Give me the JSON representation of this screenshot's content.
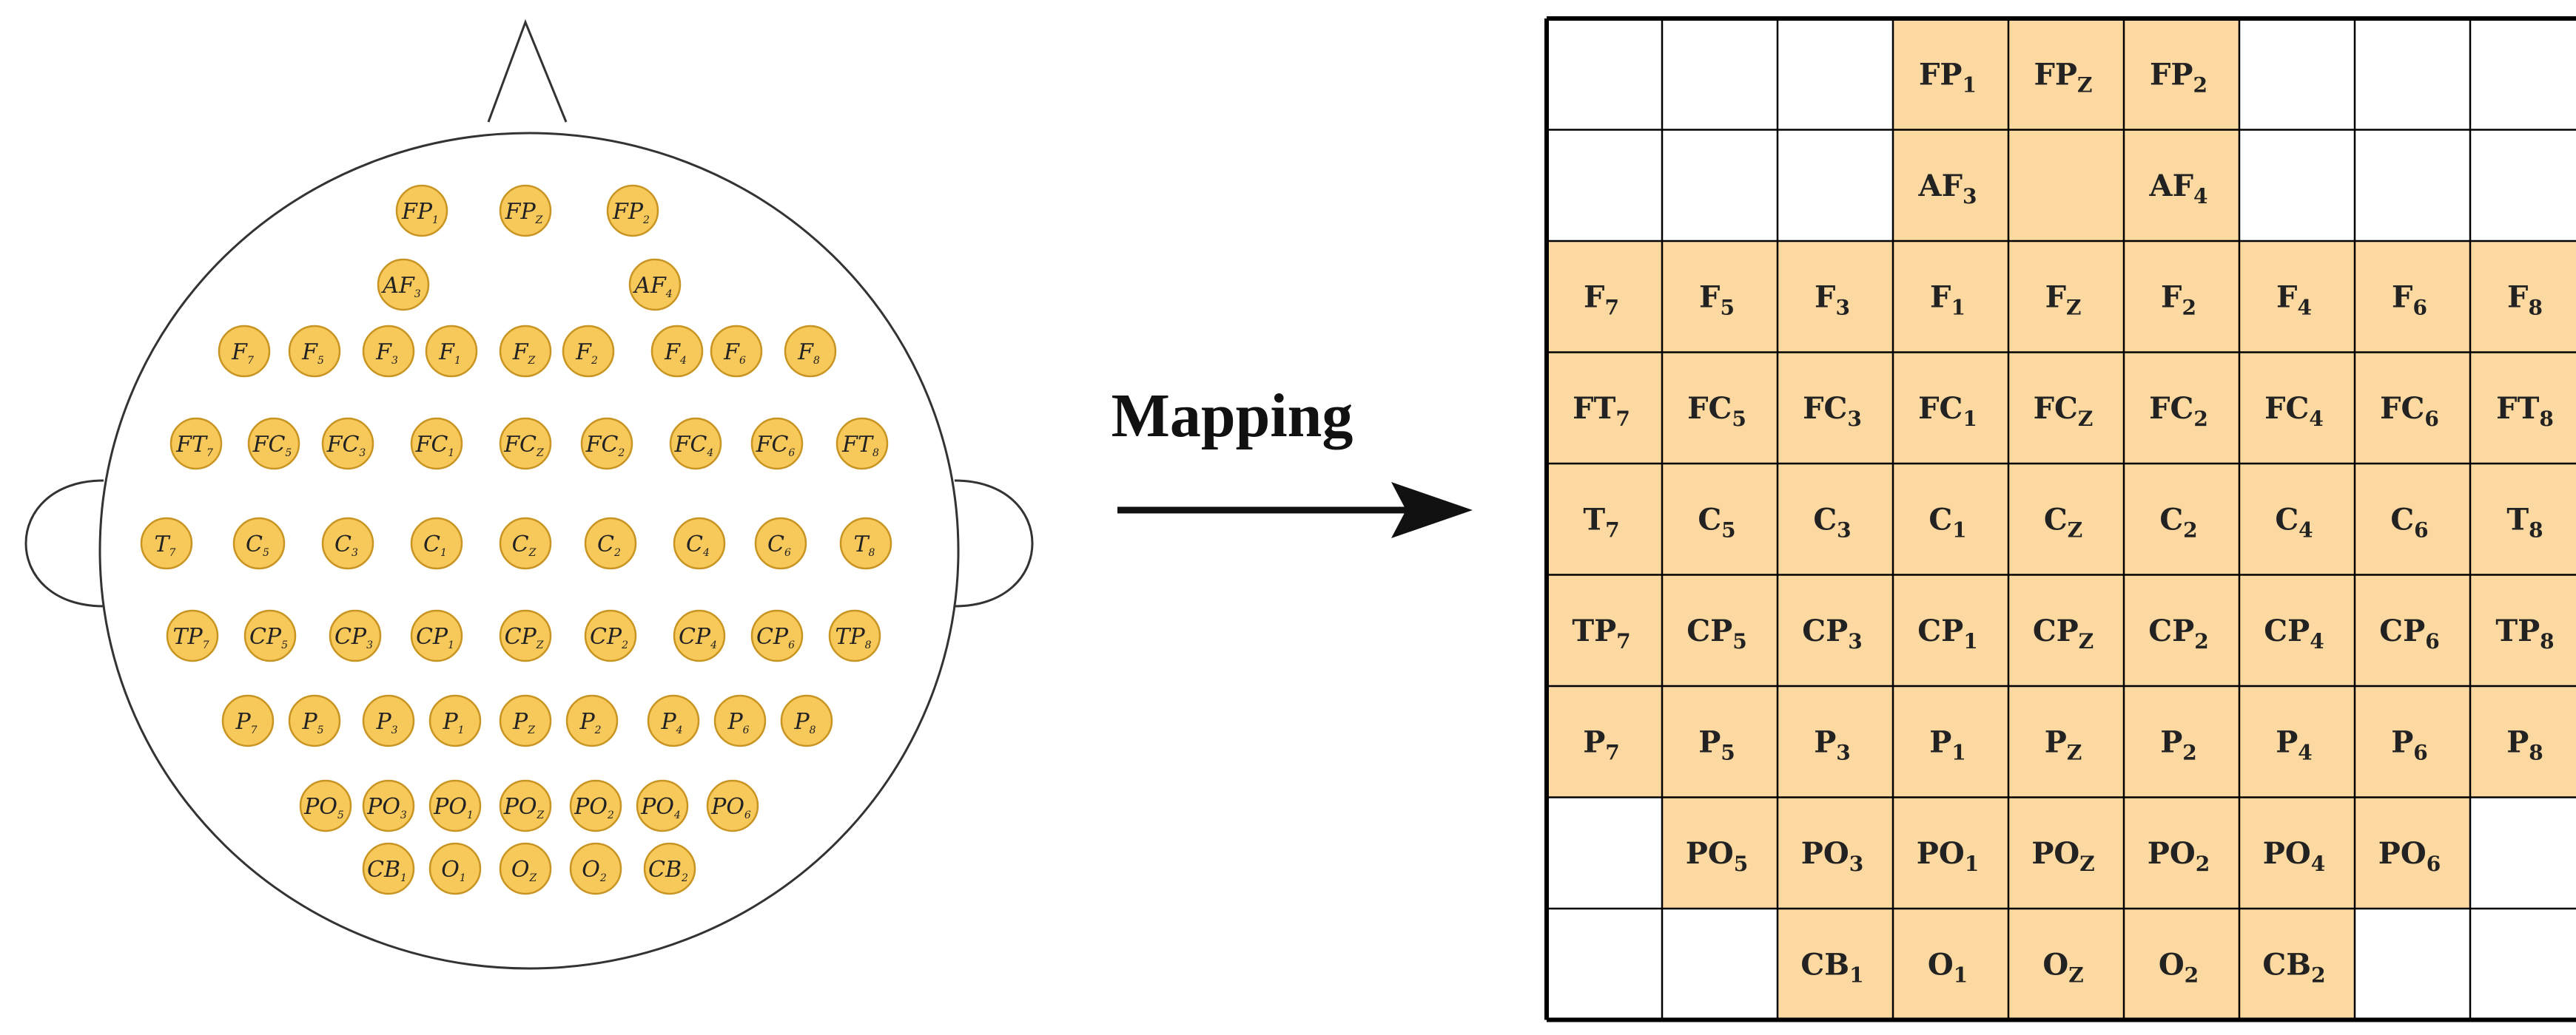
{
  "colors": {
    "electrode_fill": "#F7C85A",
    "electrode_stroke": "#C89422",
    "grid_fill": "#FCD9A0",
    "grid_line": "#000000",
    "head_stroke": "#333333",
    "text": "#222222"
  },
  "arrow": {
    "label": "Mapping"
  },
  "electrodes": [
    {
      "base": "FP",
      "sub": "1"
    },
    {
      "base": "FP",
      "sub": "Z"
    },
    {
      "base": "FP",
      "sub": "2"
    },
    {
      "base": "AF",
      "sub": "3"
    },
    {
      "base": "AF",
      "sub": "4"
    },
    {
      "base": "F",
      "sub": "7"
    },
    {
      "base": "F",
      "sub": "5"
    },
    {
      "base": "F",
      "sub": "3"
    },
    {
      "base": "F",
      "sub": "1"
    },
    {
      "base": "F",
      "sub": "Z"
    },
    {
      "base": "F",
      "sub": "2"
    },
    {
      "base": "F",
      "sub": "4"
    },
    {
      "base": "F",
      "sub": "6"
    },
    {
      "base": "F",
      "sub": "8"
    },
    {
      "base": "FT",
      "sub": "7"
    },
    {
      "base": "FC",
      "sub": "5"
    },
    {
      "base": "FC",
      "sub": "3"
    },
    {
      "base": "FC",
      "sub": "1"
    },
    {
      "base": "FC",
      "sub": "Z"
    },
    {
      "base": "FC",
      "sub": "2"
    },
    {
      "base": "FC",
      "sub": "4"
    },
    {
      "base": "FC",
      "sub": "6"
    },
    {
      "base": "FT",
      "sub": "8"
    },
    {
      "base": "T",
      "sub": "7"
    },
    {
      "base": "C",
      "sub": "5"
    },
    {
      "base": "C",
      "sub": "3"
    },
    {
      "base": "C",
      "sub": "1"
    },
    {
      "base": "C",
      "sub": "Z"
    },
    {
      "base": "C",
      "sub": "2"
    },
    {
      "base": "C",
      "sub": "4"
    },
    {
      "base": "C",
      "sub": "6"
    },
    {
      "base": "T",
      "sub": "8"
    },
    {
      "base": "TP",
      "sub": "7"
    },
    {
      "base": "CP",
      "sub": "5"
    },
    {
      "base": "CP",
      "sub": "3"
    },
    {
      "base": "CP",
      "sub": "1"
    },
    {
      "base": "CP",
      "sub": "Z"
    },
    {
      "base": "CP",
      "sub": "2"
    },
    {
      "base": "CP",
      "sub": "4"
    },
    {
      "base": "CP",
      "sub": "6"
    },
    {
      "base": "TP",
      "sub": "8"
    },
    {
      "base": "P",
      "sub": "7"
    },
    {
      "base": "P",
      "sub": "5"
    },
    {
      "base": "P",
      "sub": "3"
    },
    {
      "base": "P",
      "sub": "1"
    },
    {
      "base": "P",
      "sub": "Z"
    },
    {
      "base": "P",
      "sub": "2"
    },
    {
      "base": "P",
      "sub": "4"
    },
    {
      "base": "P",
      "sub": "6"
    },
    {
      "base": "P",
      "sub": "8"
    },
    {
      "base": "PO",
      "sub": "5"
    },
    {
      "base": "PO",
      "sub": "3"
    },
    {
      "base": "PO",
      "sub": "1"
    },
    {
      "base": "PO",
      "sub": "Z"
    },
    {
      "base": "PO",
      "sub": "2"
    },
    {
      "base": "PO",
      "sub": "4"
    },
    {
      "base": "PO",
      "sub": "6"
    },
    {
      "base": "CB",
      "sub": "1"
    },
    {
      "base": "O",
      "sub": "1"
    },
    {
      "base": "O",
      "sub": "Z"
    },
    {
      "base": "O",
      "sub": "2"
    },
    {
      "base": "CB",
      "sub": "2"
    }
  ],
  "grid": {
    "rows": 9,
    "cols": 9,
    "cells": [
      [
        "",
        "",
        "",
        "FP|1",
        "FP|Z",
        "FP|2",
        "",
        "",
        ""
      ],
      [
        "",
        "",
        "",
        "AF|3",
        "",
        "AF|4",
        "",
        "",
        ""
      ],
      [
        "F|7",
        "F|5",
        "F|3",
        "F|1",
        "F|Z",
        "F|2",
        "F|4",
        "F|6",
        "F|8"
      ],
      [
        "FT|7",
        "FC|5",
        "FC|3",
        "FC|1",
        "FC|Z",
        "FC|2",
        "FC|4",
        "FC|6",
        "FT|8"
      ],
      [
        "T|7",
        "C|5",
        "C|3",
        "C|1",
        "C|Z",
        "C|2",
        "C|4",
        "C|6",
        "T|8"
      ],
      [
        "TP|7",
        "CP|5",
        "CP|3",
        "CP|1",
        "CP|Z",
        "CP|2",
        "CP|4",
        "CP|6",
        "TP|8"
      ],
      [
        "P|7",
        "P|5",
        "P|3",
        "P|1",
        "P|Z",
        "P|2",
        "P|4",
        "P|6",
        "P|8"
      ],
      [
        "",
        "PO|5",
        "PO|3",
        "PO|1",
        "PO|Z",
        "PO|2",
        "PO|4",
        "PO|6",
        ""
      ],
      [
        "",
        "",
        "CB|1",
        "O|1",
        "O|Z",
        "O|2",
        "CB|2",
        "",
        ""
      ]
    ],
    "filled": [
      [
        0,
        0,
        0,
        1,
        1,
        1,
        0,
        0,
        0
      ],
      [
        0,
        0,
        0,
        1,
        1,
        1,
        0,
        0,
        0
      ],
      [
        1,
        1,
        1,
        1,
        1,
        1,
        1,
        1,
        1
      ],
      [
        1,
        1,
        1,
        1,
        1,
        1,
        1,
        1,
        1
      ],
      [
        1,
        1,
        1,
        1,
        1,
        1,
        1,
        1,
        1
      ],
      [
        1,
        1,
        1,
        1,
        1,
        1,
        1,
        1,
        1
      ],
      [
        1,
        1,
        1,
        1,
        1,
        1,
        1,
        1,
        1
      ],
      [
        0,
        1,
        1,
        1,
        1,
        1,
        1,
        1,
        0
      ],
      [
        0,
        0,
        1,
        1,
        1,
        1,
        1,
        0,
        0
      ]
    ]
  }
}
